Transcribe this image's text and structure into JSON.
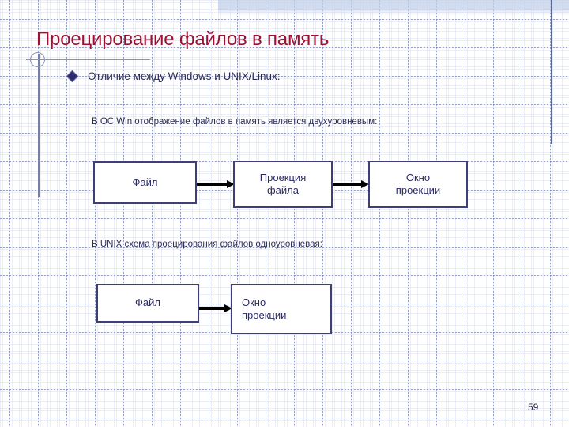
{
  "slide": {
    "title": "Проецирование файлов в память",
    "page_number": "59",
    "title_color": "#9C1132",
    "text_color": "#2B2B55",
    "box_border_color": "#3F3F77",
    "accent_line_color": "#7480AB",
    "band_color": "#C3D0EA"
  },
  "bullet": {
    "marker": "diamond-bullet-icon",
    "text": "Отличие между Windows и UNIX/Linux:"
  },
  "sections": [
    {
      "heading": "В ОС Win отображение файлов в память является двухуровневым:",
      "diagram": {
        "boxes": [
          {
            "label": "Файл"
          },
          {
            "label": "Проекция\nфайла",
            "line1": "Проекция",
            "line2": "файла"
          },
          {
            "label": "Окно\nпроекции",
            "line1": "Окно",
            "line2": "проекции"
          }
        ],
        "arrows": [
          "arrow-right-icon",
          "arrow-right-icon"
        ]
      }
    },
    {
      "heading": "В UNIX схема проецирования файлов одноуровневая:",
      "diagram": {
        "boxes": [
          {
            "label": "Файл"
          },
          {
            "label": "Окно\nпроекции",
            "line1": "Окно",
            "line2": "проекции"
          }
        ],
        "arrows": [
          "arrow-right-icon"
        ]
      }
    }
  ]
}
